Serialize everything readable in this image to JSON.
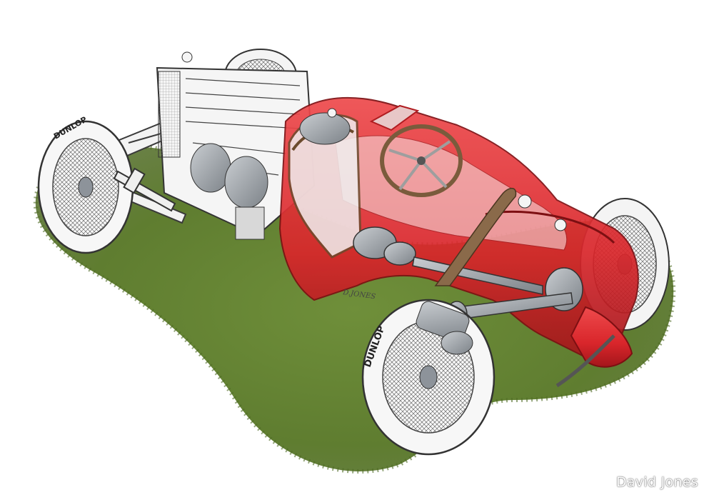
{
  "image": {
    "subject": "racing-car-cutaway-illustration",
    "background_color": "#ffffff",
    "colors": {
      "body_red": "#d9262b",
      "body_red_dark": "#a3161b",
      "grass": "#6f8f3a",
      "grass_dark": "#4f6a24",
      "chassis_white": "#f2f2f2",
      "line": "#3a3a3a",
      "steering_wood": "#7a5b3c",
      "mechanical_grey": "#9aa0a6"
    }
  },
  "tyre_text": {
    "front_left": "DUNLOP",
    "rear_left": "DUNLOP"
  },
  "artist_signature": "D.JONES",
  "watermark": "David Jones"
}
